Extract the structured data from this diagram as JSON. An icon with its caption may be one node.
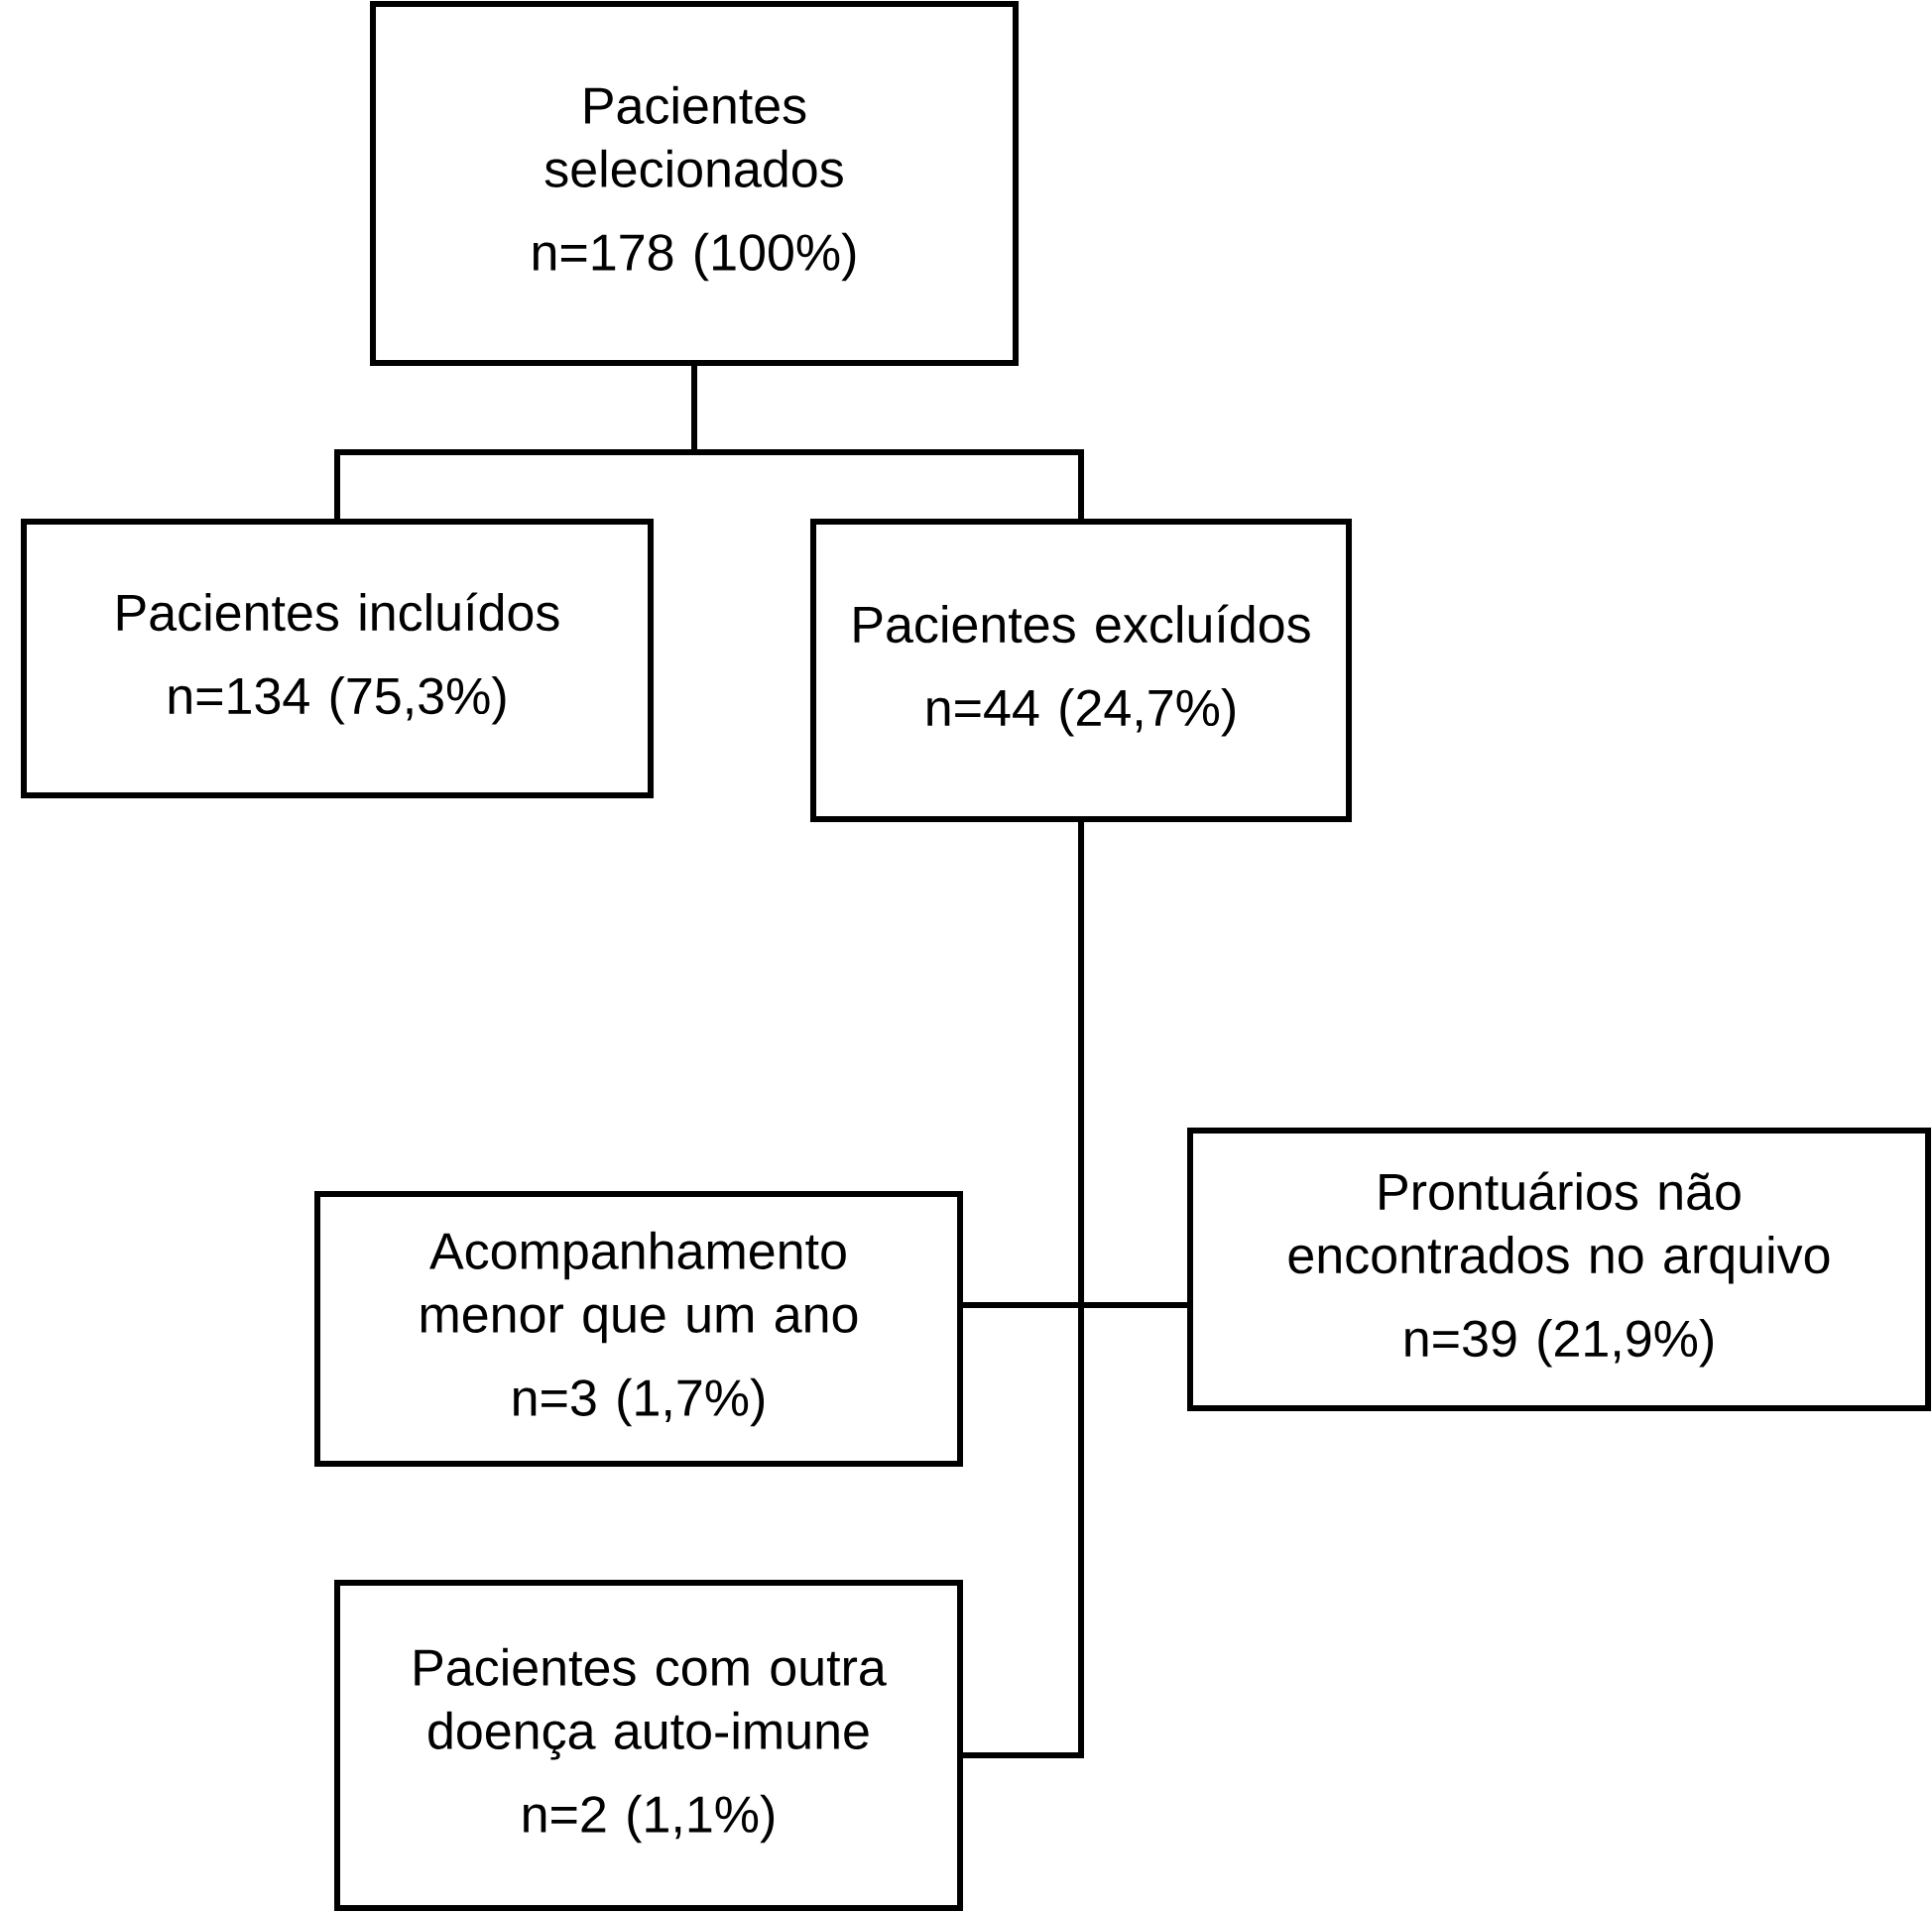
{
  "diagram": {
    "nodes": [
      {
        "text": [
          "Pacientes selecionados",
          "n=178 (100%)"
        ]
      },
      {
        "text": [
          "Pacientes incluídos",
          "n=134 (75,3%)"
        ]
      },
      {
        "text": [
          "Pacientes excluídos",
          "n=44 (24,7%)"
        ]
      },
      {
        "text": [
          "Acompanhamento menor que um ano",
          "n=3 (1,7%)"
        ]
      },
      {
        "text": [
          "Prontuários não encontrados no arquivo",
          "n=39 (21,9%)"
        ]
      },
      {
        "text": [
          "Pacientes com outra doença auto-imune",
          "n=2 (1,1%)"
        ]
      }
    ],
    "edges": [
      {
        "from": 0,
        "to": 1,
        "arrow": "none"
      },
      {
        "from": 0,
        "to": 2,
        "arrow": "none"
      },
      {
        "from": 2,
        "to": 3,
        "arrow": "none"
      },
      {
        "from": 2,
        "to": 4,
        "arrow": "none"
      },
      {
        "from": 2,
        "to": 5,
        "arrow": "none"
      }
    ]
  }
}
